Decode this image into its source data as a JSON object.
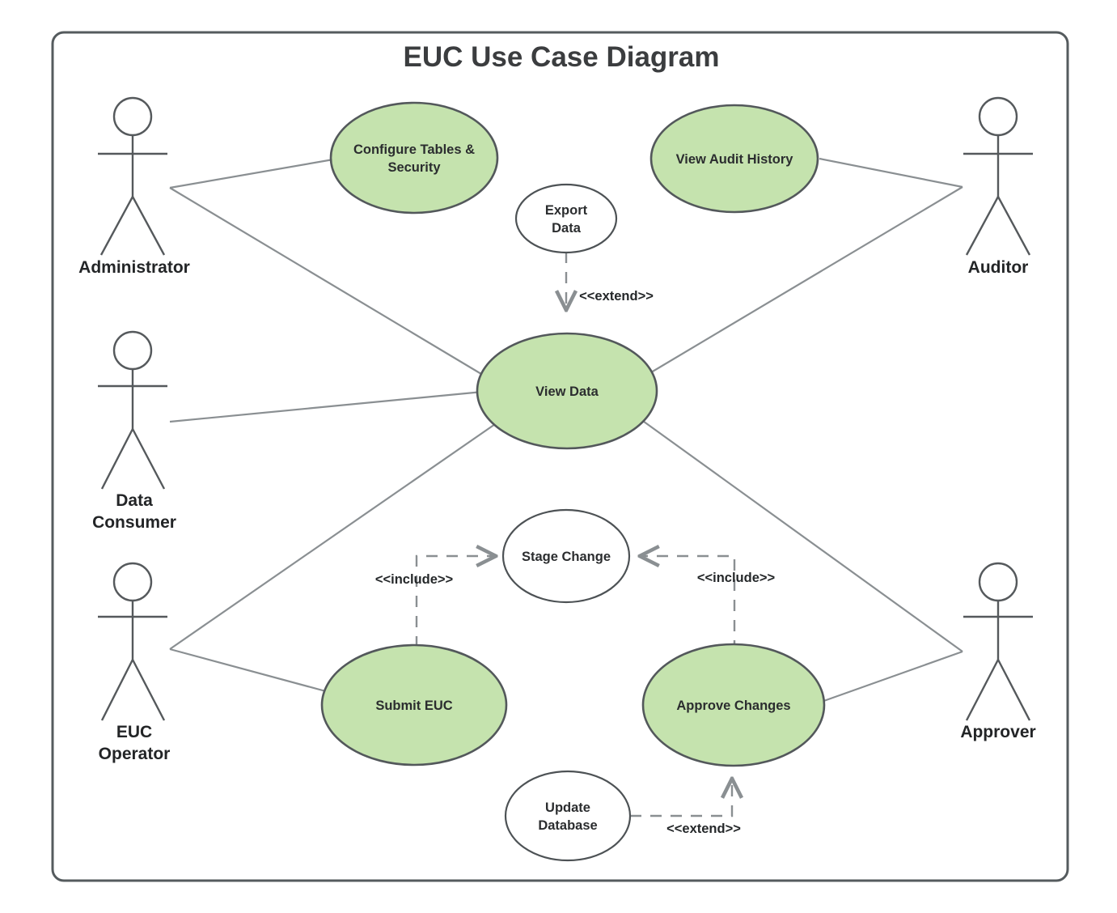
{
  "diagram": {
    "title": "EUC Use Case Diagram",
    "frame": {
      "border_color": "#555b5e"
    },
    "colors": {
      "usecase_highlight_fill": "#c5e3ae",
      "usecase_plain_fill": "#ffffff",
      "stroke": "#53585b",
      "connector": "#8a8f92",
      "text": "#2f3133"
    },
    "actors": [
      {
        "id": "administrator",
        "label": "Administrator",
        "label_lines": [
          "Administrator"
        ]
      },
      {
        "id": "data-consumer",
        "label": "Data Consumer",
        "label_lines": [
          "Data",
          "Consumer"
        ]
      },
      {
        "id": "euc-operator",
        "label": "EUC Operator",
        "label_lines": [
          "EUC",
          "Operator"
        ]
      },
      {
        "id": "auditor",
        "label": "Auditor",
        "label_lines": [
          "Auditor"
        ]
      },
      {
        "id": "approver",
        "label": "Approver",
        "label_lines": [
          "Approver"
        ]
      }
    ],
    "use_cases": [
      {
        "id": "configure-tables-security",
        "label": "Configure Tables & Security",
        "label_lines": [
          "Configure Tables &",
          "Security"
        ],
        "highlighted": true
      },
      {
        "id": "view-audit-history",
        "label": "View Audit History",
        "label_lines": [
          "View Audit History"
        ],
        "highlighted": true
      },
      {
        "id": "export-data",
        "label": "Export Data",
        "label_lines": [
          "Export",
          "Data"
        ],
        "highlighted": false
      },
      {
        "id": "view-data",
        "label": "View Data",
        "label_lines": [
          "View Data"
        ],
        "highlighted": true
      },
      {
        "id": "stage-change",
        "label": "Stage Change",
        "label_lines": [
          "Stage Change"
        ],
        "highlighted": false
      },
      {
        "id": "submit-euc",
        "label": "Submit EUC",
        "label_lines": [
          "Submit EUC"
        ],
        "highlighted": true
      },
      {
        "id": "approve-changes",
        "label": "Approve Changes",
        "label_lines": [
          "Approve Changes"
        ],
        "highlighted": true
      },
      {
        "id": "update-database",
        "label": "Update Database",
        "label_lines": [
          "Update",
          "Database"
        ],
        "highlighted": false
      }
    ],
    "relationships": [
      {
        "id": "rel-export-data-extend-view-data",
        "from": "export-data",
        "to": "view-data",
        "stereotype": "<<extend>>",
        "style": "dashed-arrow"
      },
      {
        "id": "rel-submit-euc-include-stage-change",
        "from": "submit-euc",
        "to": "stage-change",
        "stereotype": "<<include>>",
        "style": "dashed-arrow"
      },
      {
        "id": "rel-approve-changes-include-stage-change",
        "from": "approve-changes",
        "to": "stage-change",
        "stereotype": "<<include>>",
        "style": "dashed-arrow"
      },
      {
        "id": "rel-update-database-extend-approve-changes",
        "from": "update-database",
        "to": "approve-changes",
        "stereotype": "<<extend>>",
        "style": "dashed-arrow"
      }
    ],
    "associations": [
      {
        "id": "assoc-administrator-configure-tables-security",
        "from": "administrator",
        "to": "configure-tables-security"
      },
      {
        "id": "assoc-administrator-view-data",
        "from": "administrator",
        "to": "view-data"
      },
      {
        "id": "assoc-data-consumer-view-data",
        "from": "data-consumer",
        "to": "view-data"
      },
      {
        "id": "assoc-auditor-view-audit-history",
        "from": "auditor",
        "to": "view-audit-history"
      },
      {
        "id": "assoc-auditor-view-data",
        "from": "auditor",
        "to": "view-data"
      },
      {
        "id": "assoc-euc-operator-view-data",
        "from": "euc-operator",
        "to": "view-data"
      },
      {
        "id": "assoc-euc-operator-submit-euc",
        "from": "euc-operator",
        "to": "submit-euc"
      },
      {
        "id": "assoc-approver-view-data",
        "from": "approver",
        "to": "view-data"
      },
      {
        "id": "assoc-approver-approve-changes",
        "from": "approver",
        "to": "approve-changes"
      }
    ],
    "labels": {
      "extend_export": "<<extend>>",
      "include_left": "<<include>>",
      "include_right": "<<include>>",
      "extend_update": "<<extend>>"
    }
  }
}
